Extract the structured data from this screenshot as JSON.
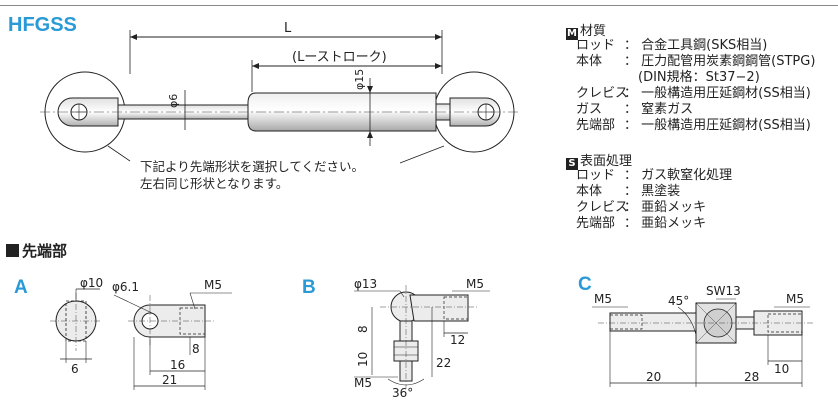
{
  "title": "HFGSS",
  "main_drawing": {
    "dim_L": "L",
    "dim_stroke": "(Lーストローク)",
    "dim_rod_dia": "φ6",
    "dim_body_dia": "φ15",
    "note_line1": "下記より先端形状を選択してください。",
    "note_line2": "左右同じ形状となります。"
  },
  "material": {
    "badge": "M",
    "heading": "材質",
    "rows": [
      {
        "label": "ロッド",
        "value": "合金工具鋼(SKS相当)"
      },
      {
        "label": "本体",
        "value": "圧力配管用炭素鋼鋼管(STPG)"
      },
      {
        "label": "",
        "value": "(DIN規格：St37−2)"
      },
      {
        "label": "クレビス",
        "value": "一般構造用圧延鋼材(SS相当)"
      },
      {
        "label": "ガス",
        "value": "窒素ガス"
      },
      {
        "label": "先端部",
        "value": "一般構造用圧延鋼材(SS相当)"
      }
    ]
  },
  "surface": {
    "badge": "S",
    "heading": "表面処理",
    "rows": [
      {
        "label": "ロッド",
        "value": "ガス軟窒化処理"
      },
      {
        "label": "本体",
        "value": "黒塗装"
      },
      {
        "label": "クレビス",
        "value": "亜鉛メッキ"
      },
      {
        "label": "先端部",
        "value": "亜鉛メッキ"
      }
    ]
  },
  "tip_section": {
    "heading": "先端部",
    "A": {
      "letter": "A",
      "d_outer": "φ10",
      "d_hole": "φ6.1",
      "thread": "M5",
      "w6": "6",
      "d8": "8",
      "d16": "16",
      "d21": "21"
    },
    "B": {
      "letter": "B",
      "ball": "φ13",
      "thread_top": "M5",
      "d12": "12",
      "d8": "8",
      "d10": "10",
      "d22": "22",
      "thread_bottom": "M5",
      "angle": "36°"
    },
    "C": {
      "letter": "C",
      "thread_left": "M5",
      "angle": "45°",
      "sw": "SW13",
      "thread_right": "M5",
      "d20": "20",
      "d28": "28",
      "d10": "10"
    }
  }
}
